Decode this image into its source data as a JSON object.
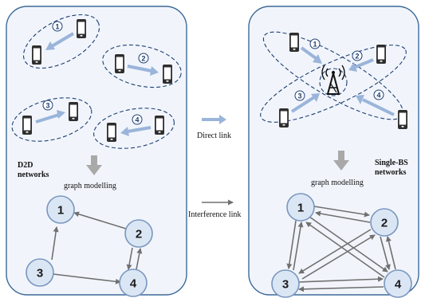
{
  "labels": {
    "d2d_line1": "D2D",
    "d2d_line2": "networks",
    "single_bs_line1": "Single-BS",
    "single_bs_line2": "networks",
    "graph_modelling_left": "graph modelling",
    "graph_modelling_right": "graph modelling",
    "direct_link": "Direct link",
    "interference_link": "Interference link"
  },
  "pair_numbers": {
    "d2d": [
      "1",
      "2",
      "3",
      "4"
    ],
    "bs": [
      "1",
      "2",
      "3",
      "4"
    ]
  },
  "graph_nodes": {
    "d2d": [
      "1",
      "2",
      "3",
      "4"
    ],
    "bs": [
      "1",
      "2",
      "3",
      "4"
    ]
  },
  "colors": {
    "direct_link": "#9ab4da",
    "interference_link": "#707070",
    "node_fill": "#dbe6f4",
    "panel_fill": "#f1f5fb",
    "cluster_outline": "#1f3f73"
  },
  "icons": [
    "mobile-phone-icon",
    "base-station-tower-icon"
  ]
}
